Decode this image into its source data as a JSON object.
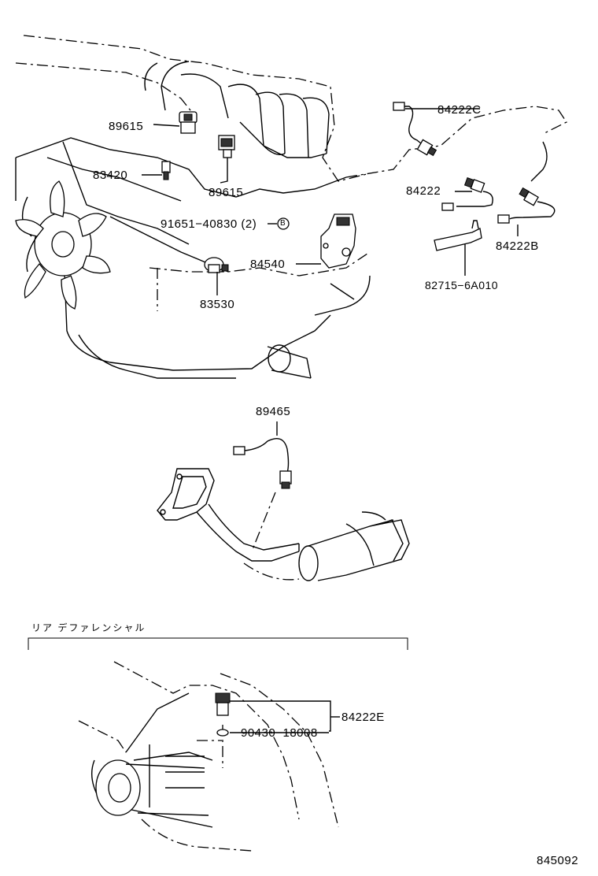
{
  "callouts": {
    "p89615a": "89615",
    "p89615b": "89615",
    "p83420": "83420",
    "p91651": "91651−40830 (2)",
    "p84540": "84540",
    "p83530": "83530",
    "p84222c": "84222C",
    "p84222": "84222",
    "p84222b": "84222B",
    "p82715": "82715−6A010",
    "p89465": "89465",
    "p84222e": "84222E",
    "p90430": "90430−18008"
  },
  "section": {
    "rear_diff": "リア デファレンシャル"
  },
  "figure_id": "845092",
  "icons": {
    "bolt_marker": "B"
  }
}
